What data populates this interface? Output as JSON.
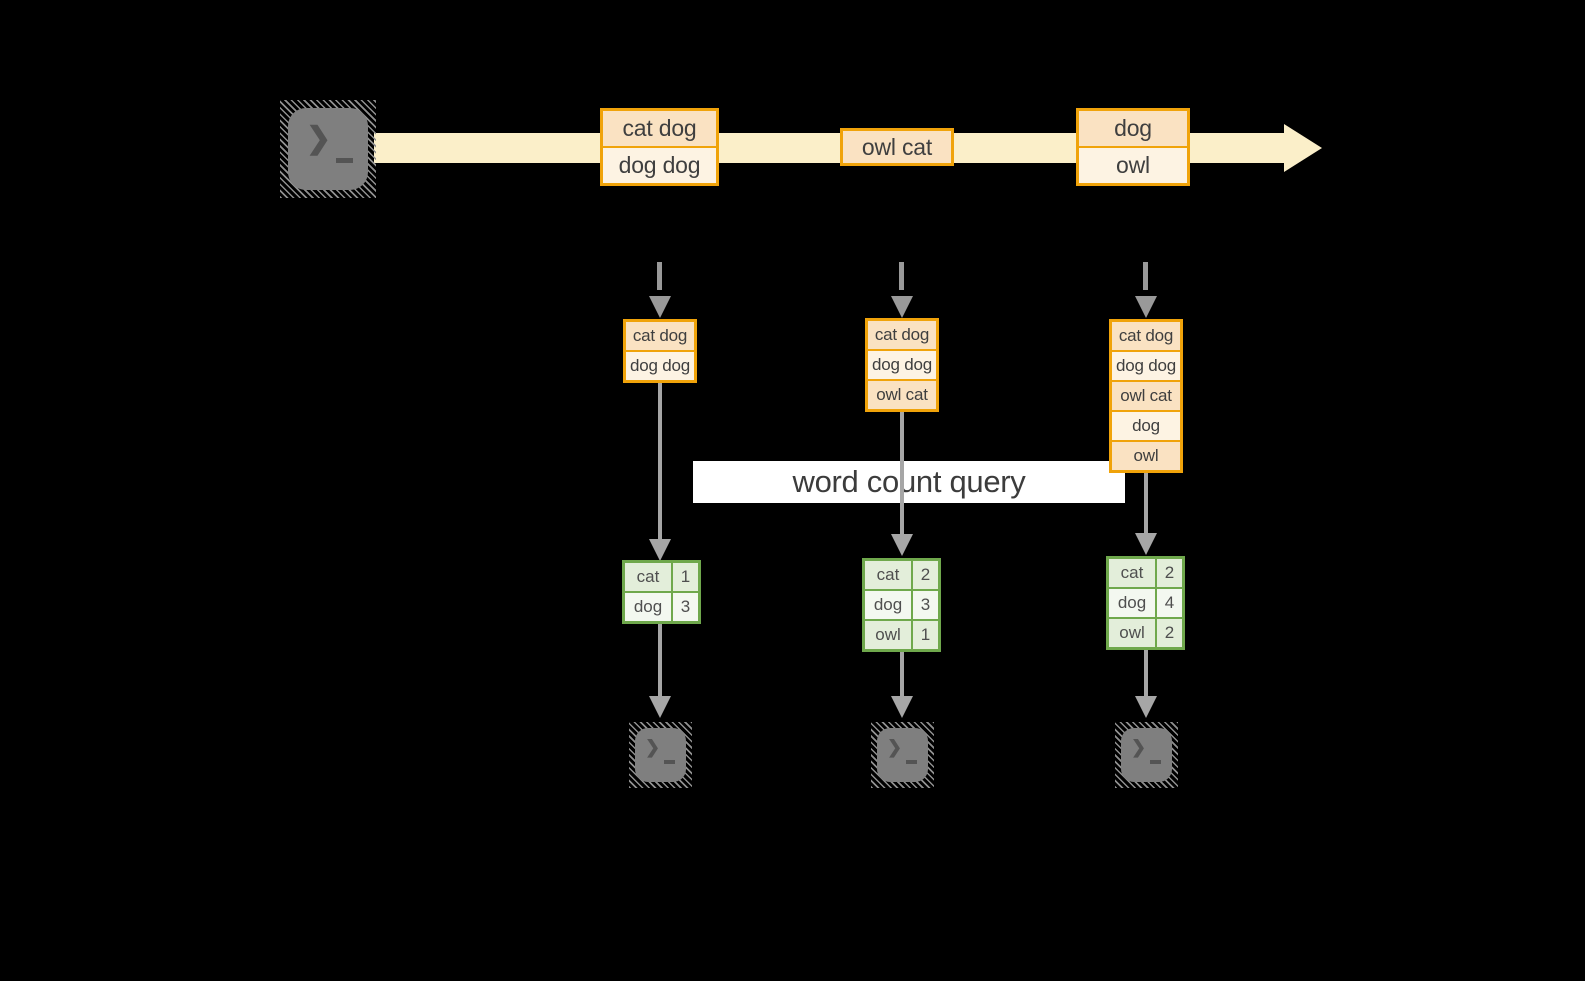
{
  "icons": {
    "terminal_prompt": "❯"
  },
  "stream": {
    "events": [
      {
        "lines": [
          "cat dog",
          "dog dog"
        ]
      },
      {
        "lines": [
          "owl cat"
        ]
      },
      {
        "lines": [
          "dog",
          "owl"
        ]
      }
    ]
  },
  "query_label": "word count query",
  "pipelines": [
    {
      "state_buffer": [
        "cat dog",
        "dog dog"
      ],
      "word_counts": [
        {
          "word": "cat",
          "count": "1"
        },
        {
          "word": "dog",
          "count": "3"
        }
      ]
    },
    {
      "state_buffer": [
        "cat dog",
        "dog dog",
        "owl cat"
      ],
      "word_counts": [
        {
          "word": "cat",
          "count": "2"
        },
        {
          "word": "dog",
          "count": "3"
        },
        {
          "word": "owl",
          "count": "1"
        }
      ]
    },
    {
      "state_buffer": [
        "cat dog",
        "dog dog",
        "owl cat",
        "dog",
        "owl"
      ],
      "word_counts": [
        {
          "word": "cat",
          "count": "2"
        },
        {
          "word": "dog",
          "count": "4"
        },
        {
          "word": "owl",
          "count": "2"
        }
      ]
    }
  ],
  "colors": {
    "background": "#000000",
    "stream_band": "#FBEFC9",
    "orange_border": "#F0A30A",
    "cell_peach": "#FAE2C2",
    "cell_light_peach": "#FDF3E3",
    "green_border": "#6FA84C",
    "cell_green": "#E3EEDA",
    "cell_light_green": "#F3F8F0",
    "arrow_gray": "#A6A6A6",
    "terminal_gray": "#7F7F7F",
    "label_background": "#FFFFFF"
  }
}
